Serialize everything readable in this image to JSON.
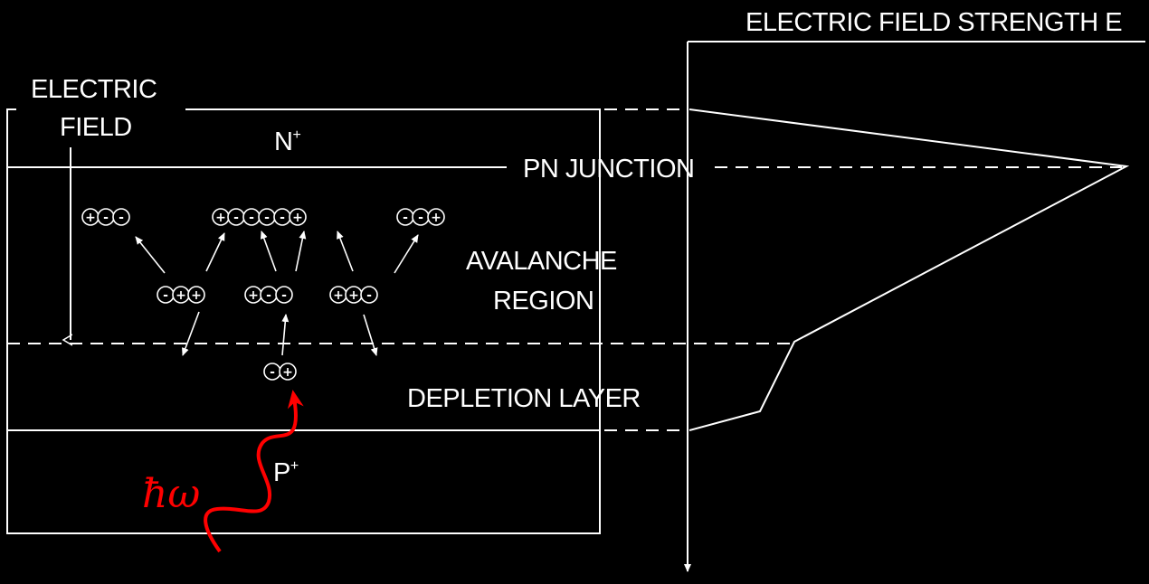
{
  "labels": {
    "field_axis": "ELECTRIC FIELD STRENGTH E",
    "electric_field_line1": "ELECTRIC",
    "electric_field_line2": "FIELD",
    "n_region": "N",
    "n_sup": "+",
    "pn_junction": "PN JUNCTION",
    "avalanche_line1": "AVALANCHE",
    "avalanche_line2": "REGION",
    "depletion": "DEPLETION LAYER",
    "p_region": "P",
    "p_sup": "+",
    "photon": "ħω"
  },
  "carrier_groups": [
    {
      "id": "top-left",
      "signs": [
        "+",
        "-",
        "-"
      ]
    },
    {
      "id": "top-middle",
      "signs": [
        "+",
        "-",
        "-",
        "-",
        "-",
        "+"
      ]
    },
    {
      "id": "top-right",
      "signs": [
        "-",
        "-",
        "+"
      ]
    },
    {
      "id": "mid-left",
      "signs": [
        "-",
        "+",
        "+"
      ]
    },
    {
      "id": "mid-center",
      "signs": [
        "+",
        "-",
        "-"
      ]
    },
    {
      "id": "mid-right",
      "signs": [
        "+",
        "+",
        "-"
      ]
    },
    {
      "id": "photo-pair",
      "signs": [
        "-",
        "+"
      ]
    }
  ],
  "colors": {
    "background": "#000000",
    "lines": "#ffffff",
    "photon": "#ff0000"
  }
}
